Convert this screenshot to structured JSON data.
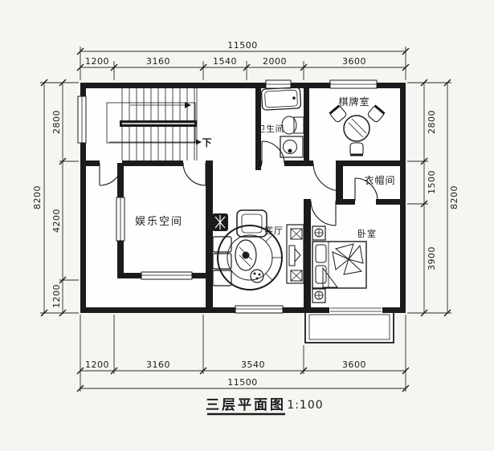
{
  "title": {
    "name": "三层平面图",
    "scale": "1:100"
  },
  "rooms": {
    "entertainment": "娱乐空间",
    "living": "客厅",
    "bedroom": "卧室",
    "bathroom": "卫生间",
    "chess": "棋牌室",
    "cloak": "衣帽间",
    "stair_direction": "下"
  },
  "dimensions": {
    "top": {
      "total": "11500",
      "segments": [
        "1200",
        "3160",
        "1540",
        "2000",
        "3600"
      ]
    },
    "bottom": {
      "total": "11500",
      "segments": [
        "1200",
        "3160",
        "3540",
        "3600"
      ]
    },
    "left": {
      "total": "8200",
      "segments": [
        "2800",
        "4200",
        "1200"
      ]
    },
    "right": {
      "total": "8200",
      "segments": [
        "2800",
        "1500",
        "3900"
      ]
    }
  },
  "colors": {
    "ink": "#1b1b1d",
    "paper": "#f6f5f1",
    "floor": "#fefefd"
  }
}
